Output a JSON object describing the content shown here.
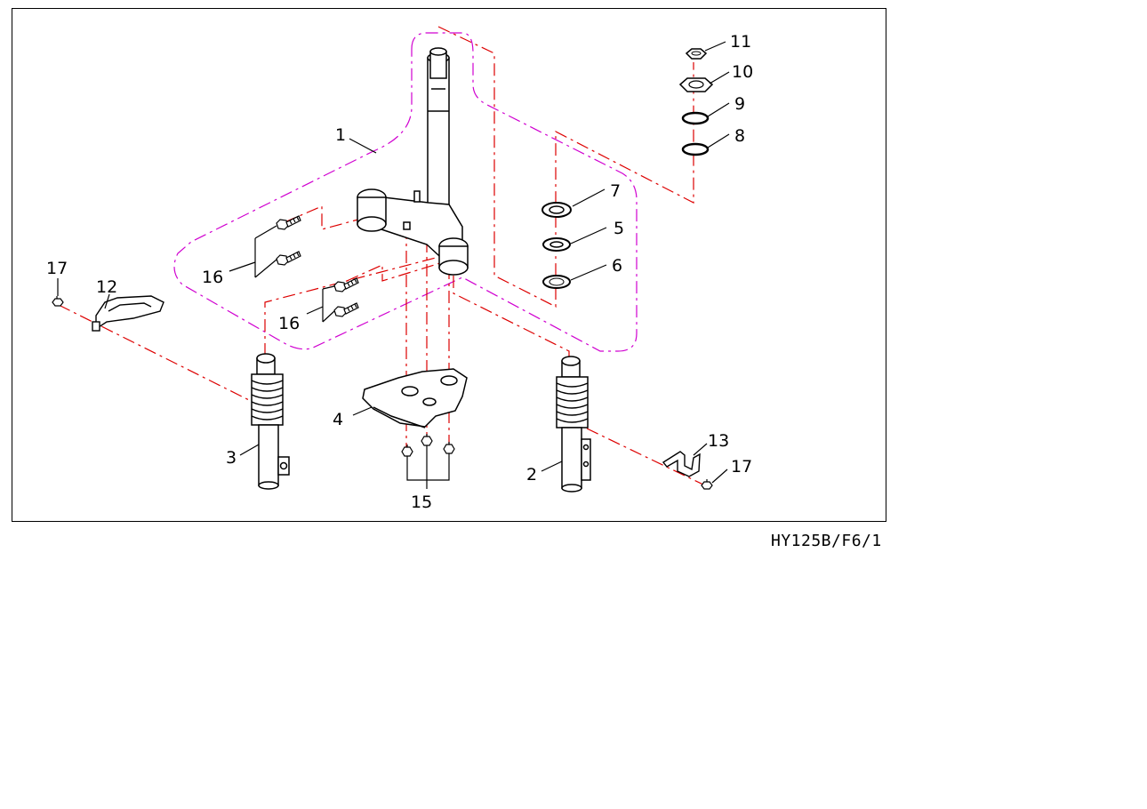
{
  "diagram": {
    "drawing_code": "HY125B/F6/1",
    "colors": {
      "outline": "#000000",
      "centerline": "#dd0000",
      "assembly_group": "#d000d0",
      "background": "#ffffff"
    },
    "callouts": {
      "p1": "1",
      "p2": "2",
      "p3": "3",
      "p4": "4",
      "p5": "5",
      "p6": "6",
      "p7": "7",
      "p8": "8",
      "p9": "9",
      "p10": "10",
      "p11": "11",
      "p12": "12",
      "p13": "13",
      "p15": "15",
      "p16a": "16",
      "p16b": "16",
      "p17a": "17",
      "p17b": "17"
    }
  }
}
